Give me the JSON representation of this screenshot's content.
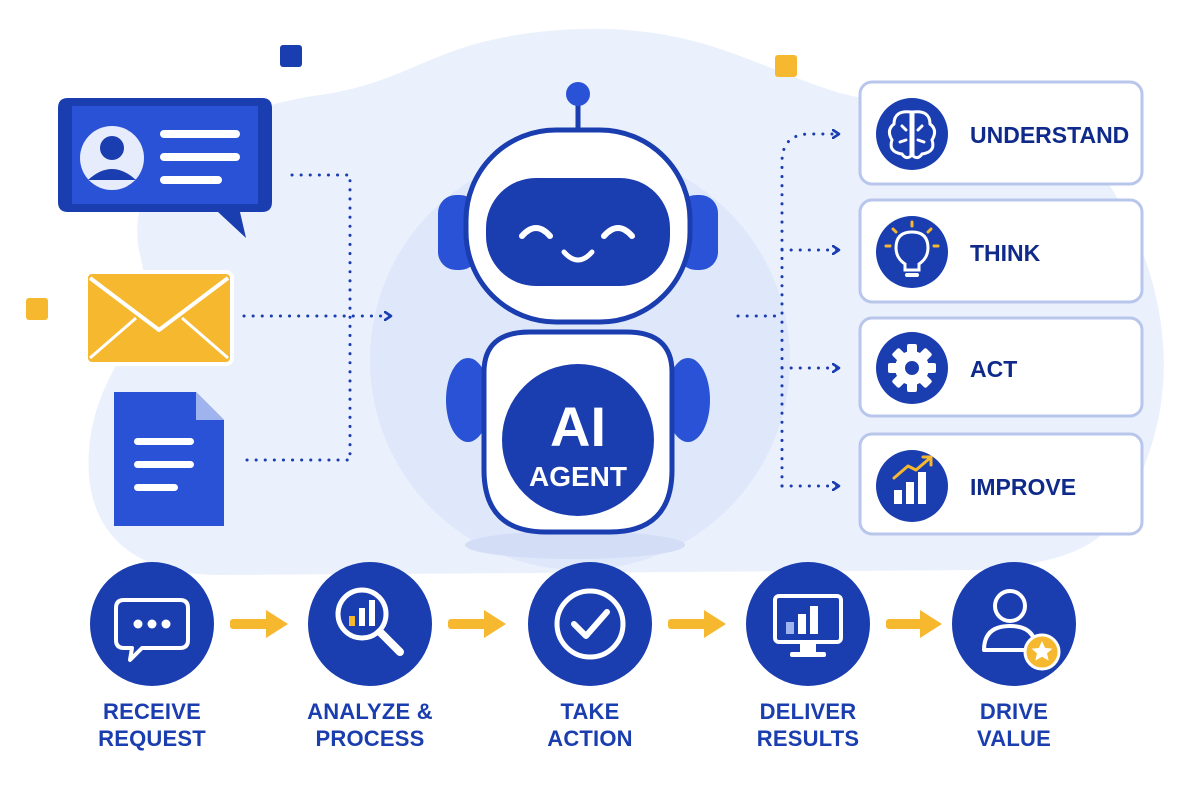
{
  "colors": {
    "primary": "#1a3db0",
    "deep": "#0f2a8a",
    "accent": "#f5b82e",
    "blob": "#eaf0fc",
    "panel_border": "#b8c6ec",
    "white": "#ffffff"
  },
  "agent": {
    "badge_line1": "AI",
    "badge_line2": "AGENT"
  },
  "inputs": [
    {
      "name": "chat-profile",
      "icon": "user-chat-bubble-icon"
    },
    {
      "name": "email",
      "icon": "envelope-icon"
    },
    {
      "name": "document",
      "icon": "document-icon"
    }
  ],
  "capabilities": [
    {
      "label": "UNDERSTAND",
      "icon": "brain-icon"
    },
    {
      "label": "THINK",
      "icon": "lightbulb-icon"
    },
    {
      "label": "ACT",
      "icon": "gear-icon"
    },
    {
      "label": "IMPROVE",
      "icon": "growth-chart-icon"
    }
  ],
  "steps": [
    {
      "line1": "RECEIVE",
      "line2": "REQUEST",
      "icon": "chat-dots-icon"
    },
    {
      "line1": "ANALYZE &",
      "line2": "PROCESS",
      "icon": "magnifier-chart-icon"
    },
    {
      "line1": "TAKE",
      "line2": "ACTION",
      "icon": "checkmark-icon"
    },
    {
      "line1": "DELIVER",
      "line2": "RESULTS",
      "icon": "monitor-chart-icon"
    },
    {
      "line1": "DRIVE",
      "line2": "VALUE",
      "icon": "user-star-icon"
    }
  ]
}
